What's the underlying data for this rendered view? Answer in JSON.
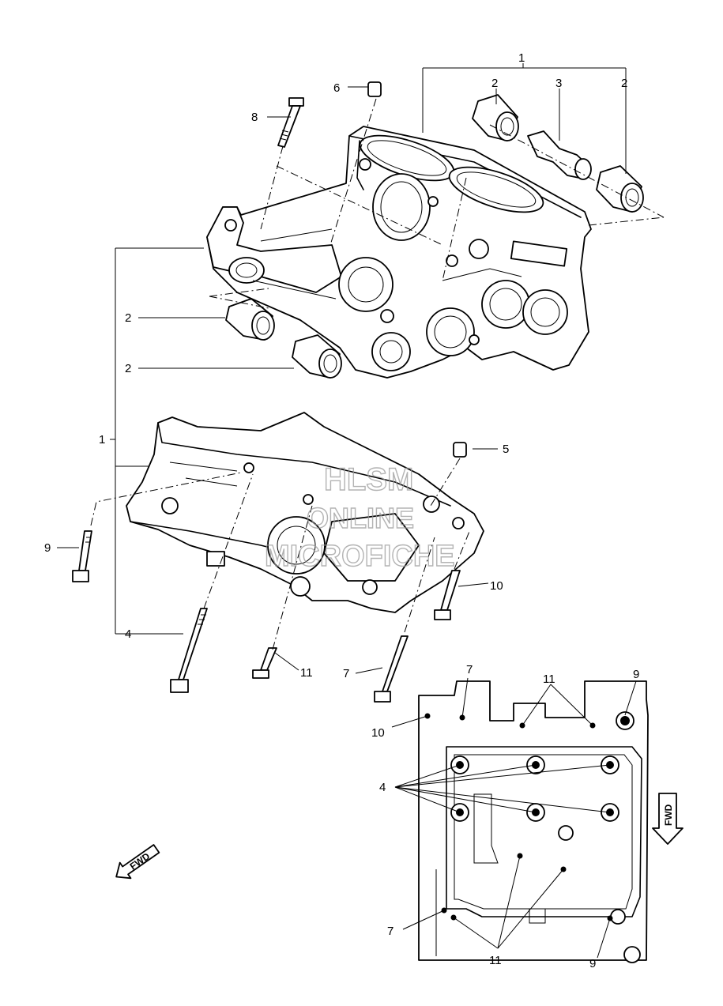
{
  "diagram": {
    "callouts": {
      "c1_top": "1",
      "c2_top_left": "2",
      "c3_top": "3",
      "c2_top_right": "2",
      "c6": "6",
      "c8": "8",
      "c2_mid_a": "2",
      "c2_mid_b": "2",
      "c1_left": "1",
      "c5": "5",
      "c9_left": "9",
      "c10_right": "10",
      "c4_left": "4",
      "c11_lower": "11",
      "c7_lower": "7"
    },
    "plan_callouts": {
      "c7_top": "7",
      "c11_top": "11",
      "c9_top": "9",
      "c10": "10",
      "c4": "4",
      "c7_bottom": "7",
      "c11_bottom": "11",
      "c9_bottom": "9"
    },
    "fwd_label": "FWD",
    "watermark": {
      "line1": "HLSM",
      "line2": "ONLINE",
      "line3": "MICROFICHE"
    }
  }
}
